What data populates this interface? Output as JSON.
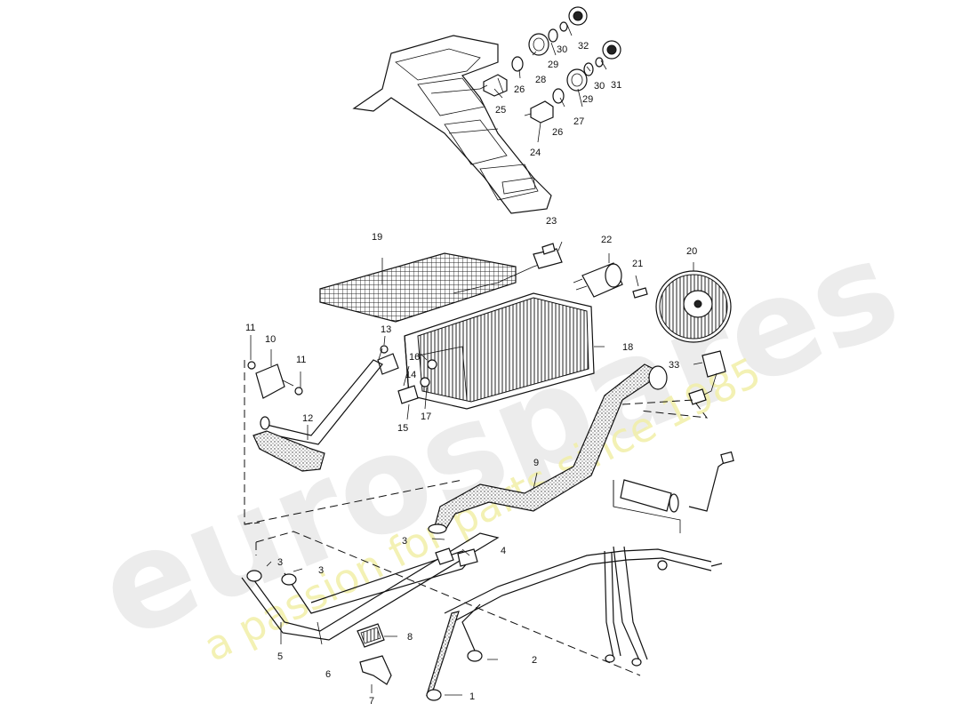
{
  "watermark": {
    "logo": "eurospares",
    "tagline": "a passion for parts since 1985"
  },
  "labels": {
    "p1": "1",
    "p2": "2",
    "p3a": "3",
    "p3b": "3",
    "p3c": "3",
    "p4": "4",
    "p5": "5",
    "p6": "6",
    "p7": "7",
    "p8": "8",
    "p9": "9",
    "p10": "10",
    "p11a": "11",
    "p11b": "11",
    "p12": "12",
    "p13": "13",
    "p14": "14",
    "p15": "15",
    "p16": "16",
    "p17": "17",
    "p18": "18",
    "p19": "19",
    "p20": "20",
    "p21": "21",
    "p22": "22",
    "p23": "23",
    "p24": "24",
    "p25": "25",
    "p26a": "26",
    "p26b": "26",
    "p27": "27",
    "p28": "28",
    "p29a": "29",
    "p29b": "29",
    "p30a": "30",
    "p30b": "30",
    "p31": "31",
    "p32": "32",
    "p33": "33"
  }
}
